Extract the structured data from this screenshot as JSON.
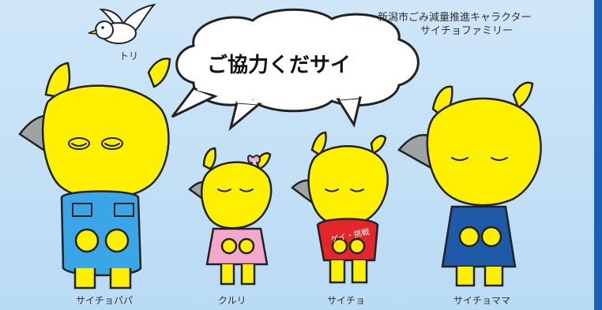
{
  "header": {
    "line1": "新潟市ごみ減量推進キャラクター",
    "line2": "サイチョファミリー"
  },
  "bird": {
    "label": "トリ"
  },
  "bubble": {
    "text": "ご協力くだサイ"
  },
  "shirt": {
    "text": "ゲイ・挑戦"
  },
  "characters": [
    {
      "name": "サイチョパパ"
    },
    {
      "name": "クルリ"
    },
    {
      "name": "サイチョ"
    },
    {
      "name": "サイチョママ"
    }
  ],
  "colors": {
    "background": "#cfe6f8",
    "body_yellow": "#ffef00",
    "horn_gray": "#9ea3a6",
    "papa_overalls": "#3aa6e8",
    "kururi_dress": "#f4a8cc",
    "saicho_shirt": "#e3262a",
    "mama_apron": "#1e5aa8",
    "sidebar_blue": "#1d5fb0"
  }
}
